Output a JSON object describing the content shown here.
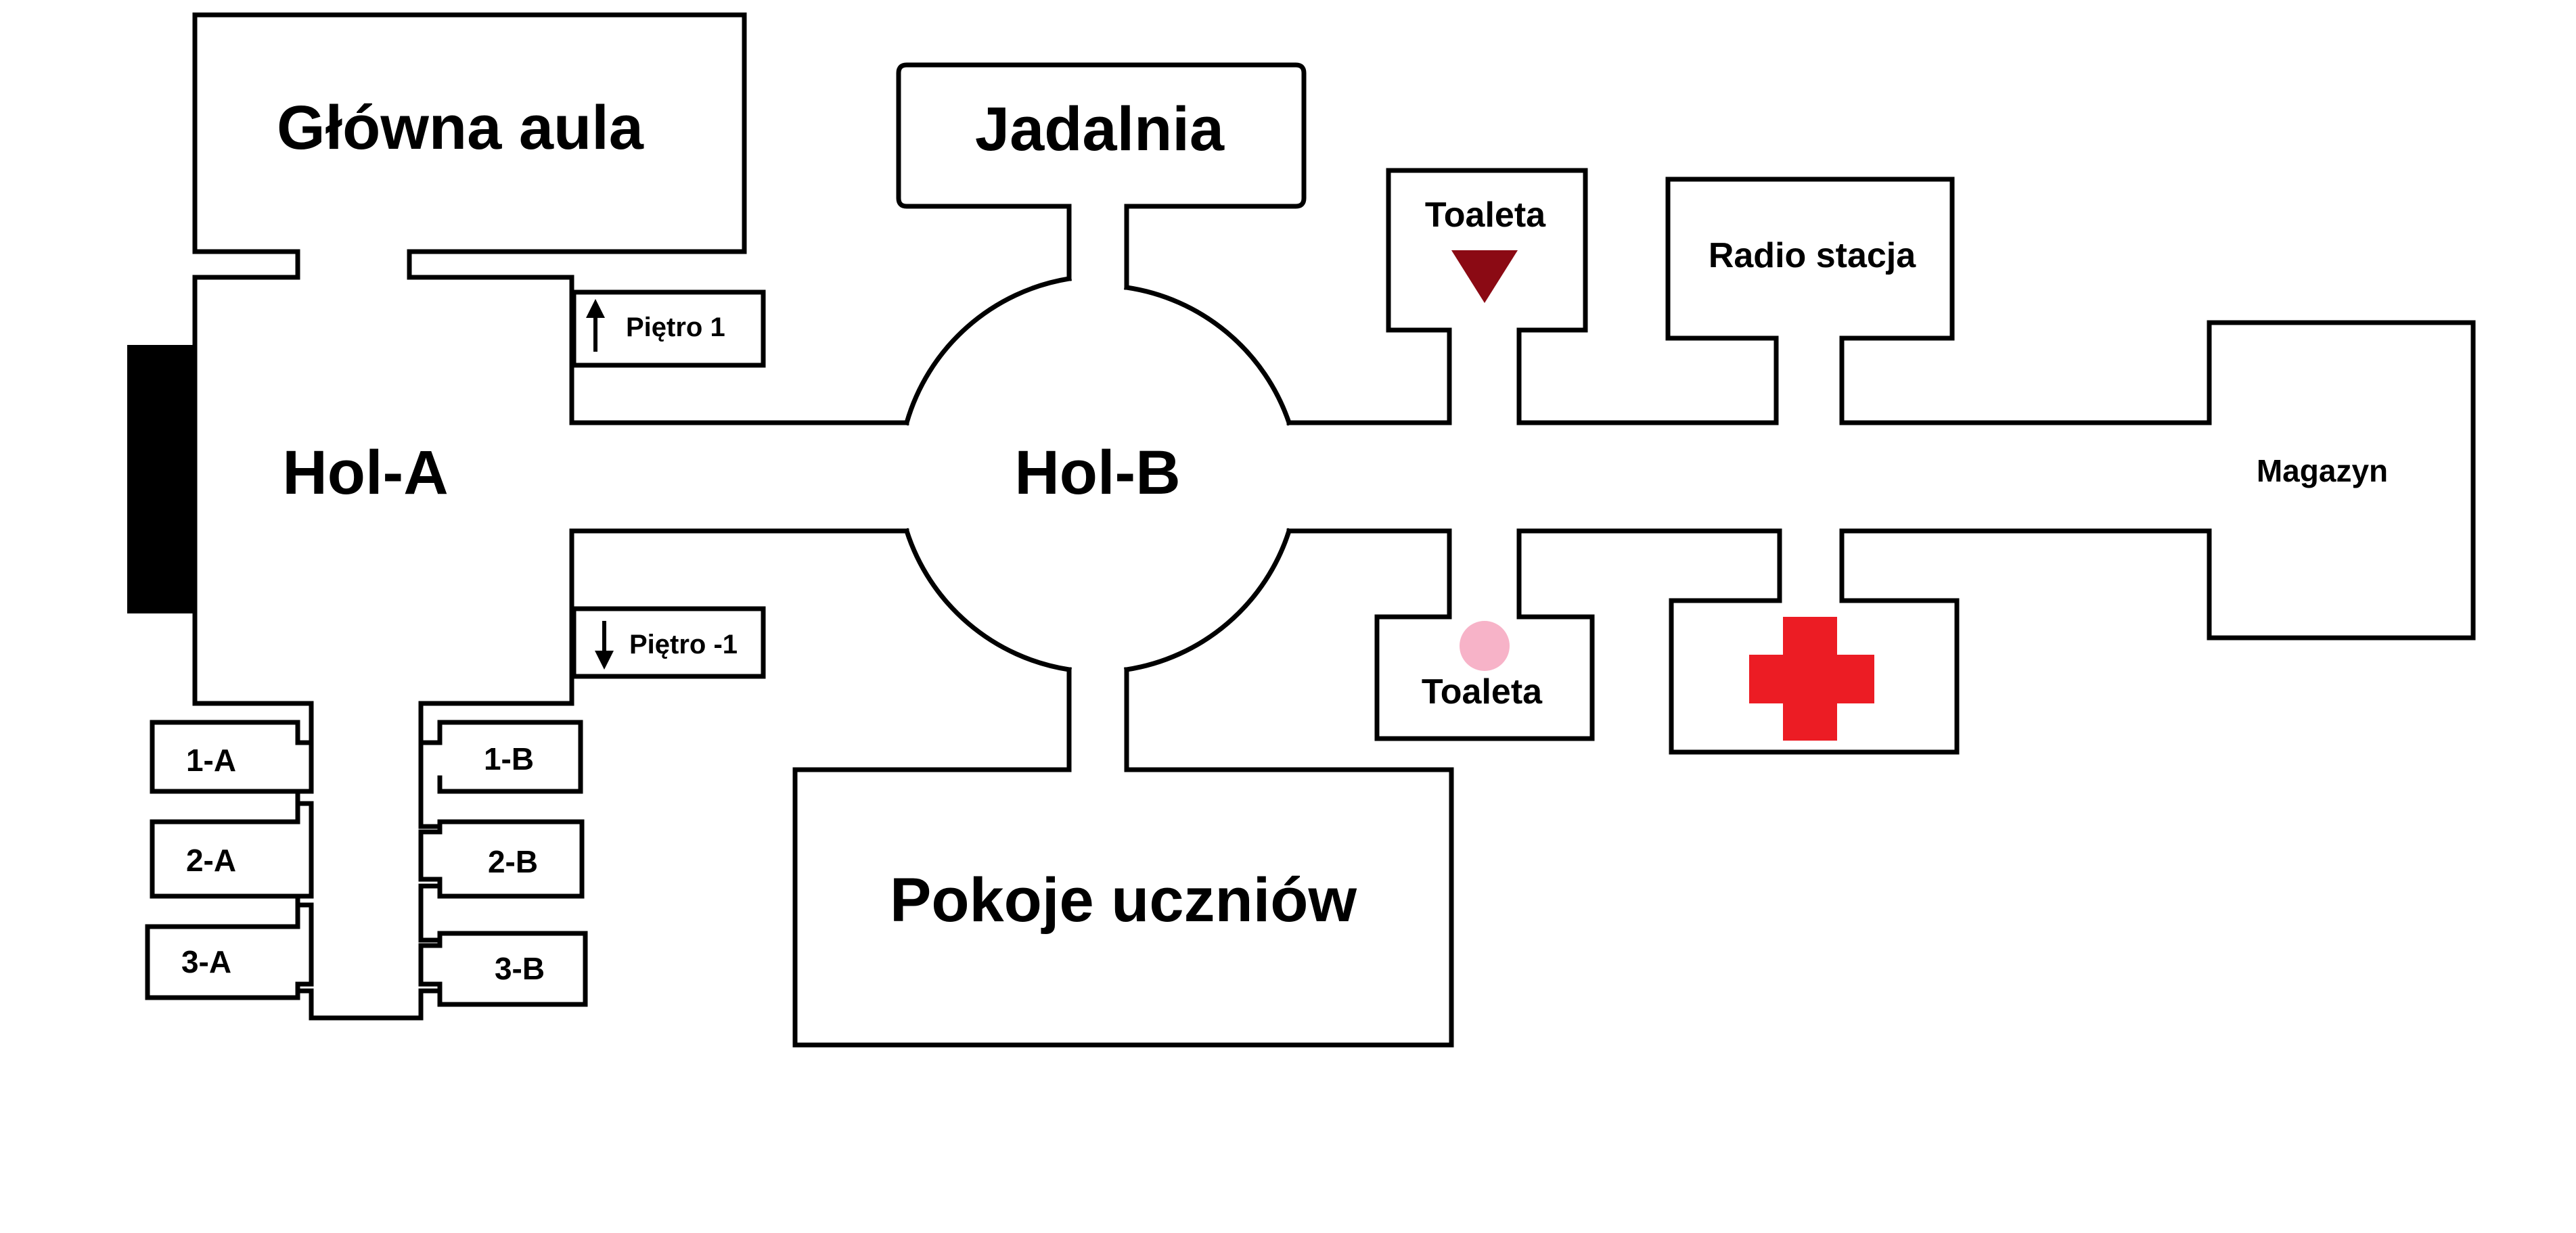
{
  "rooms": {
    "glowna_aula": "Główna aula",
    "jadalnia": "Jadalnia",
    "hol_a": "Hol-A",
    "hol_b": "Hol-B",
    "pokoje_uczniow": "Pokoje uczniów",
    "toaleta_top": "Toaleta",
    "toaleta_bottom": "Toaleta",
    "radio_stacja": "Radio stacja",
    "magazyn": "Magazyn",
    "room_1a": "1-A",
    "room_2a": "2-A",
    "room_3a": "3-A",
    "room_1b": "1-B",
    "room_2b": "2-B",
    "room_3b": "3-B"
  },
  "stairs": {
    "up": "Piętro 1",
    "down": "Piętro -1"
  },
  "icons": {
    "male_toilet_marker": "dark-red-down-triangle",
    "female_toilet_marker": "pink-circle",
    "first_aid": "red-cross",
    "entrance": "black-door-bar"
  },
  "colors": {
    "wall": "#000000",
    "male_marker": "#8b0a14",
    "female_marker": "#f7b3c8",
    "first_aid": "#ec1c24",
    "background": "#ffffff"
  }
}
